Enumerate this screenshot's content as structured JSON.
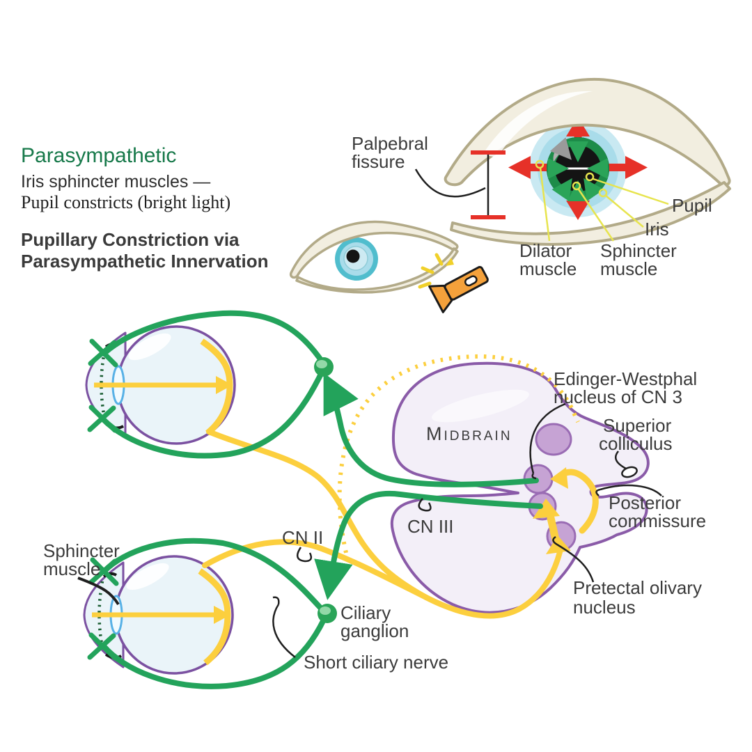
{
  "colors": {
    "parasympathetic_green": "#23a35b",
    "sphincter_ring_green": "#1d8c49",
    "light_pathway_yellow": "#fccf3e",
    "midbrain_purple": "#8a5ba8",
    "nucleus_fill": "#c6a3d4",
    "dilator_red": "#e63128",
    "label_pointer_yellow": "#e7e44e",
    "eyeball_fill": "#eaf4f9",
    "eyelid_cream": "#f2eee0",
    "eyelid_tan": "#b2aa88",
    "iris_blue": "#a9dcea",
    "flashlight_orange": "#f4a13b",
    "text_dark": "#3b3b3b",
    "heading_green": "#17794a"
  },
  "header": {
    "title": "Parasympathetic",
    "line1": "Iris sphincter muscles —",
    "line2": "Pupil constricts (bright light)",
    "bold_line1": "Pupillary Constriction via",
    "bold_line2": "Parasympathetic Innervation"
  },
  "eye_anatomy": {
    "palpebral_fissure": {
      "line1": "Palpebral",
      "line2": "fissure"
    },
    "pupil": "Pupil",
    "iris": "Iris",
    "dilator_muscle": {
      "line1": "Dilator",
      "line2": "muscle"
    },
    "sphincter_muscle": {
      "line1": "Sphincter",
      "line2": "muscle"
    }
  },
  "pathway": {
    "midbrain": "Midbrain",
    "cn_ii": "CN II",
    "cn_iii": "CN III",
    "edinger_westphal": {
      "line1": "Edinger-Westphal",
      "line2": "nucleus of CN 3"
    },
    "superior_colliculus": {
      "line1": "Superior",
      "line2": "colliculus"
    },
    "posterior_commissure": {
      "line1": "Posterior",
      "line2": "commissure"
    },
    "pretectal_olivary": {
      "line1": "Pretectal olivary",
      "line2": "nucleus"
    },
    "ciliary_ganglion": {
      "line1": "Ciliary",
      "line2": "ganglion"
    },
    "short_ciliary_nerve": "Short ciliary nerve",
    "sphincter_muscle": {
      "line1": "Sphincter",
      "line2": "muscle"
    }
  }
}
